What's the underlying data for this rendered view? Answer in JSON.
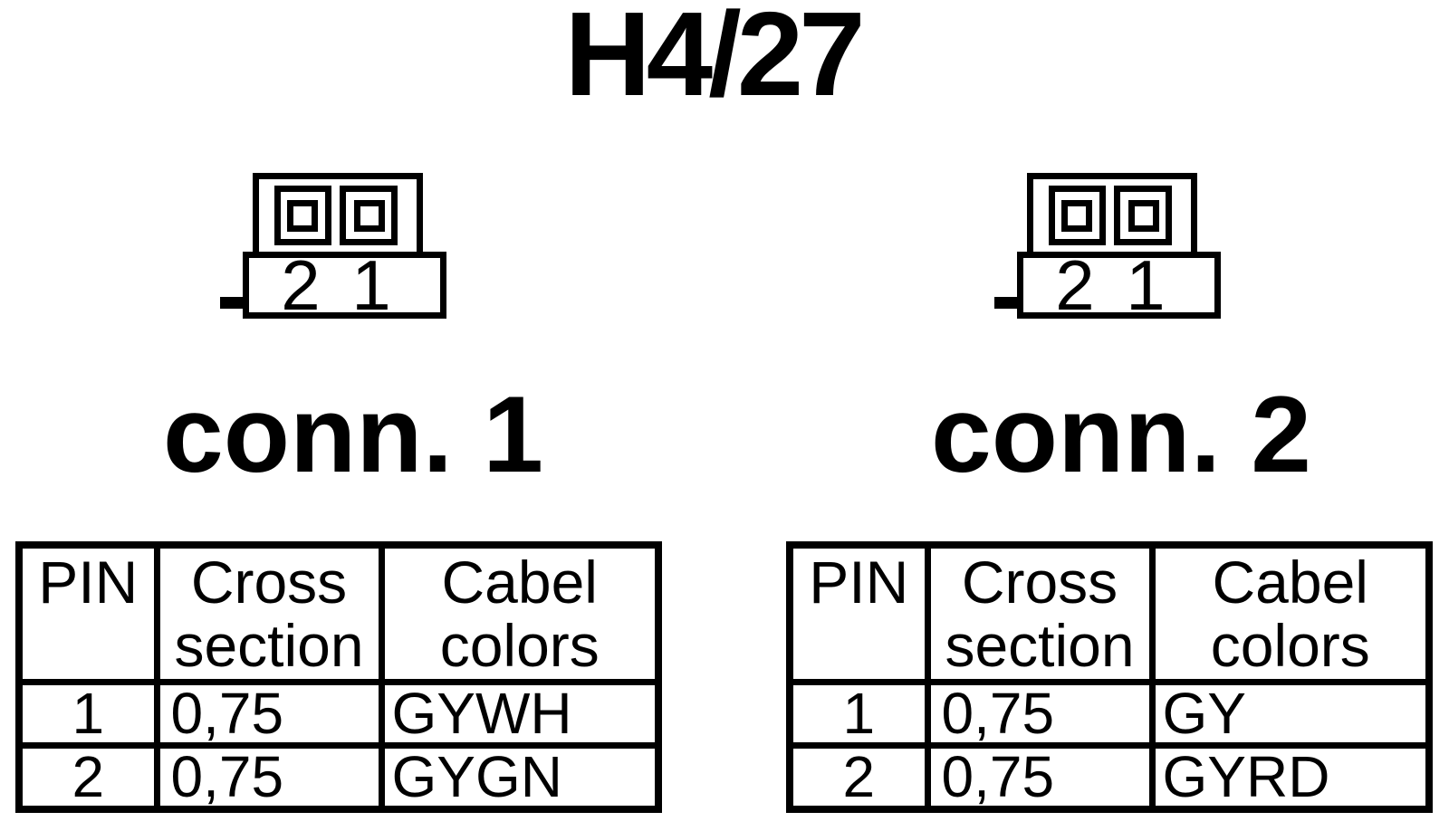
{
  "page": {
    "title": "H4/27",
    "background_color": "#ffffff",
    "ink_color": "#000000"
  },
  "connectors": [
    {
      "label": "conn. 1",
      "pins": [
        "2",
        "1"
      ]
    },
    {
      "label": "conn. 2",
      "pins": [
        "2",
        "1"
      ]
    }
  ],
  "tables": [
    {
      "headers": {
        "pin": "PIN",
        "cross": [
          "Cross",
          "section"
        ],
        "cabel": [
          "Cabel",
          "colors"
        ]
      },
      "rows": [
        [
          "1",
          "0,75",
          "GYWH"
        ],
        [
          "2",
          "0,75",
          "GYGN"
        ]
      ]
    },
    {
      "headers": {
        "pin": "PIN",
        "cross": [
          "Cross",
          "section"
        ],
        "cabel": [
          "Cabel",
          "colors"
        ]
      },
      "rows": [
        [
          "1",
          "0,75",
          "GY"
        ],
        [
          "2",
          "0,75",
          "GYRD"
        ]
      ]
    }
  ]
}
